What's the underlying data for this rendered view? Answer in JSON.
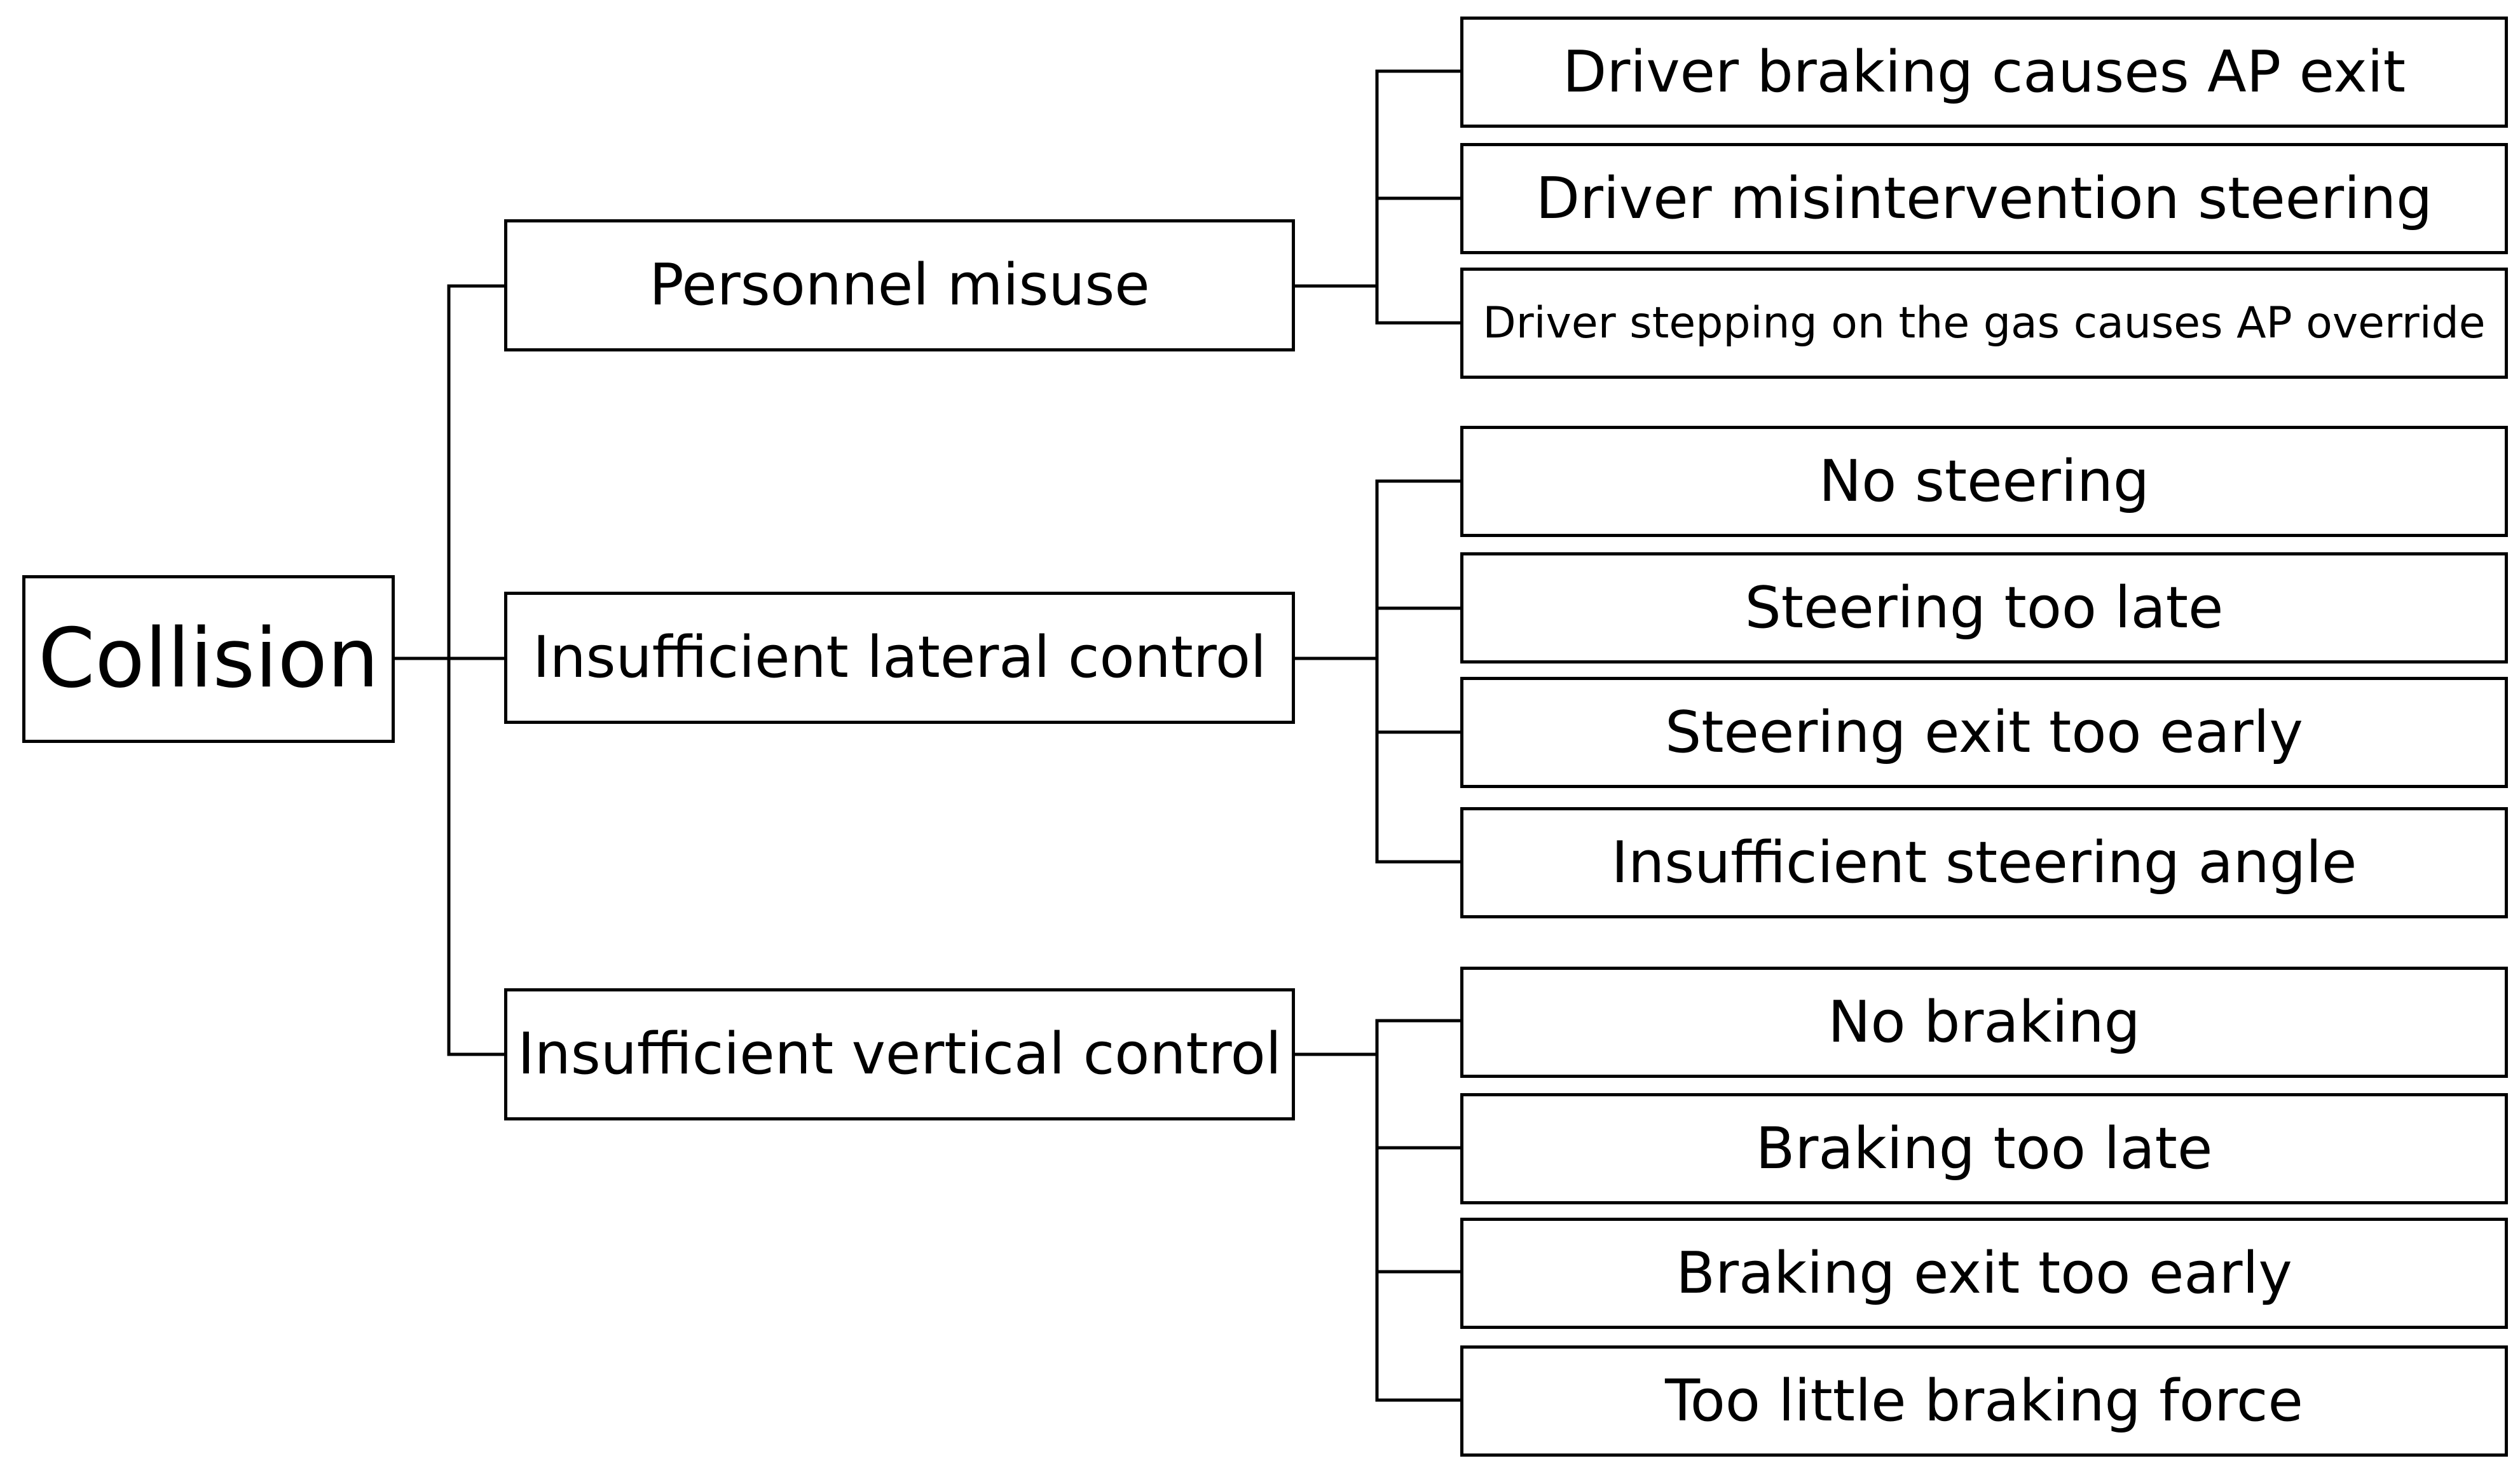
{
  "diagram": {
    "root": {
      "label": "Collision"
    },
    "branches": [
      {
        "label": "Personnel misuse",
        "children": [
          "Driver braking causes AP exit",
          "Driver misintervention steering",
          "Driver stepping on the gas causes AP override"
        ]
      },
      {
        "label": "Insufficient lateral control",
        "children": [
          "No steering",
          "Steering too late",
          "Steering exit too early",
          "Insufficient steering angle"
        ]
      },
      {
        "label": "Insufficient vertical control",
        "children": [
          "No braking",
          "Braking too late",
          "Braking exit too early",
          "Too little braking force"
        ]
      }
    ],
    "colors": {
      "line": "#000000",
      "box_border": "#000000",
      "background": "#ffffff",
      "text": "#000000"
    }
  }
}
